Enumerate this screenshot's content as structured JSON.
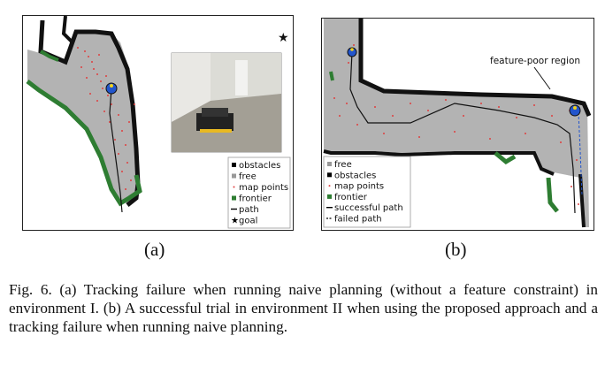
{
  "figure": {
    "panel_a": {
      "sublabel": "(a)",
      "legend": [
        {
          "icon": "square",
          "color": "#000000",
          "text": "obstacles"
        },
        {
          "icon": "square",
          "color": "#999999",
          "text": "free"
        },
        {
          "icon": "dot",
          "color": "#e04040",
          "text": "map points"
        },
        {
          "icon": "square",
          "color": "#2e7d32",
          "text": "frontier"
        },
        {
          "icon": "line",
          "color": "#000000",
          "text": "path"
        },
        {
          "icon": "star",
          "color": "#000000",
          "text": "goal"
        }
      ]
    },
    "panel_b": {
      "sublabel": "(b)",
      "annotation": "feature-poor region",
      "legend": [
        {
          "icon": "square",
          "color": "#999999",
          "text": "free"
        },
        {
          "icon": "square",
          "color": "#000000",
          "text": "obstacles"
        },
        {
          "icon": "dot",
          "color": "#e04040",
          "text": "map points"
        },
        {
          "icon": "square",
          "color": "#2e7d32",
          "text": "frontier"
        },
        {
          "icon": "line",
          "color": "#000000",
          "text": "successful path"
        },
        {
          "icon": "dashed-line",
          "color": "#000000",
          "text": "failed path"
        }
      ]
    }
  },
  "caption": "Fig. 6.   (a) Tracking failure when running naive planning (without a feature constraint) in environment I. (b) A successful trial in environment II when using the proposed approach and a tracking failure when running naive planning."
}
